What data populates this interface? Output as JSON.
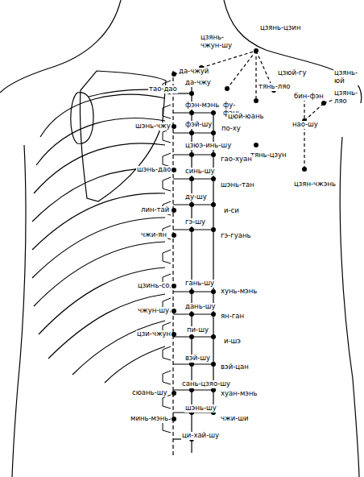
{
  "diagram": {
    "labels": [
      "цзянь-цзин",
      "цзянь- чжун-шу",
      "да-чжуй",
      "да-чжу",
      "тао-дао",
      "цзюй-гу",
      "цзянь- юй",
      "тянь-ляо",
      "цзянь- ляо",
      "бин-фэн",
      "фэн-мэнь",
      "фу- фэнь",
      "цюй-юань",
      "нао-шу",
      "фэй-шу",
      "шэнь-чжу",
      "по-ху",
      "цзюэ-инь-шу",
      "тянь-цзун",
      "гао-хуан",
      "шэнь-дао",
      "синь-шу",
      "цзян-чжэнь",
      "шэнь-тан",
      "ду-шу",
      "лин-тай",
      "и-си",
      "гэ-шу",
      "чжи-ян",
      "гэ-гуань",
      "гань-шу",
      "цзинь-со",
      "хунь-мэнь",
      "дань-шу",
      "чжун-шу",
      "ян-ган",
      "пи-шу",
      "цзи-чжун",
      "и-шэ",
      "вэй-шу",
      "вэй-цан",
      "сань-цзяо-шу",
      "сюань-шу",
      "хуан-мэнь",
      "шэнь-шу",
      "минь-мэнь",
      "чжи-ши",
      "ци-хай-шу"
    ]
  }
}
